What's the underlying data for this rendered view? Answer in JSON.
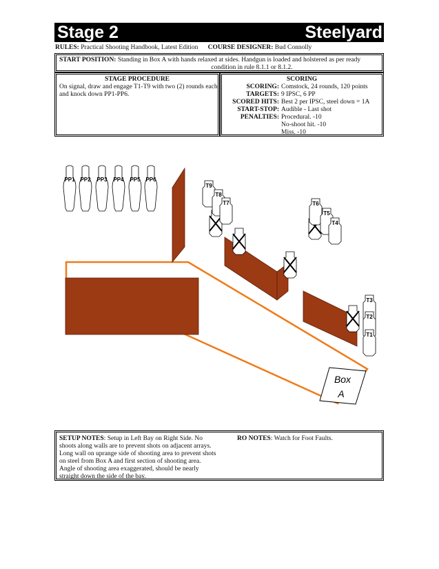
{
  "header": {
    "stage": "Stage 2",
    "name": "Steelyard"
  },
  "rules": {
    "rules_label": "RULES:",
    "rules_value": "Practical Shooting Handbook, Latest Edition",
    "designer_label": "COURSE DESIGNER:",
    "designer_value": "Bud Connolly"
  },
  "start_position": {
    "label": "START POSITION:",
    "line1": "Standing in Box A with hands relaxed at sides. Handgun is loaded and holstered as per ready",
    "line2": "condition in rule 8.1.1 or 8.1.2."
  },
  "procedure": {
    "heading": "STAGE PROCEDURE",
    "text": "On signal, draw and engage T1-T9 with two (2) rounds each and knock down PP1-PP6."
  },
  "scoring": {
    "heading": "SCORING",
    "rows": [
      {
        "label": "SCORING:",
        "value": "Comstock, 24 rounds, 120 points"
      },
      {
        "label": "TARGETS:",
        "value": "9 IPSC, 6 PP"
      },
      {
        "label": "SCORED HITS:",
        "value": "Best 2 per IPSC, steel down = 1A"
      },
      {
        "label": "START-STOP:",
        "value": "Audible - Last shot"
      },
      {
        "label": "PENALTIES:",
        "value": "Procedural. -10"
      },
      {
        "label": "",
        "value": "No-shoot hit. -10"
      },
      {
        "label": "",
        "value": "Miss. -10"
      }
    ]
  },
  "diagram": {
    "poppers": [
      "PP1",
      "PP2",
      "PP3",
      "PP4",
      "PP5",
      "PP6"
    ],
    "targets": [
      "T9",
      "T8",
      "T7",
      "T6",
      "T5",
      "T4",
      "T3",
      "T2",
      "T1"
    ],
    "box_label_1": "Box",
    "box_label_2": "A",
    "colors": {
      "wall": "#9c3a14",
      "fault_line": "#f07a18"
    }
  },
  "notes": {
    "setup_label": "SETUP NOTES",
    "setup_text": ": Setup in Left Bay on Right Side. No shoots along walls are to prevent shots on adjacent arrays. Long wall on uprange side of shooting area to prevent shots on steel from Box A and first section of shooting area. Angle of shooting area exaggerated, should be nearly straight down the side of the bay.",
    "ro_label": "RO NOTES",
    "ro_text": ":  Watch for Foot Faults."
  }
}
